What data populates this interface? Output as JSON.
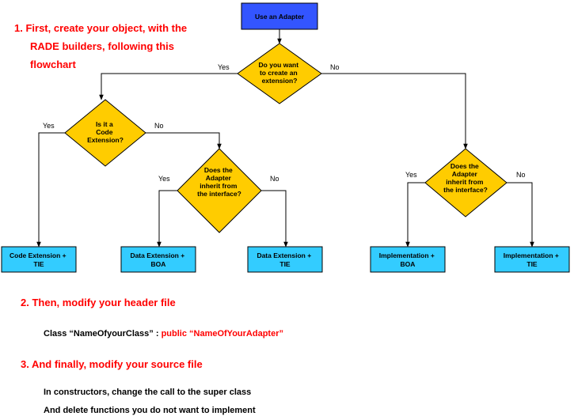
{
  "steps": {
    "step1": [
      "1.  First, create your object, with the",
      "RADE builders, following this",
      "flowchart"
    ],
    "step2": "2. Then, modify your header file",
    "step3": "3. And finally, modify your source file"
  },
  "code": {
    "prefix": "Class “NameOfyourClass” : ",
    "suffix": "public “NameOfYourAdapter”"
  },
  "notes": {
    "line1": "In constructors, change the call to the super class",
    "line2": "And delete functions you do not want to implement"
  },
  "flowchart": {
    "start": "Use an Adapter",
    "q_extension": [
      "Do you want",
      "to create an",
      "extension?"
    ],
    "q_code": [
      "Is it a",
      "Code",
      "Extension?"
    ],
    "q_inherit_left": [
      "Does the",
      "Adapter",
      "inherit from",
      "the interface?"
    ],
    "q_inherit_right": [
      "Does the",
      "Adapter",
      "inherit from",
      "the interface?"
    ],
    "yes": "Yes",
    "no": "No",
    "results": {
      "code_tie": [
        "Code Extension +",
        "TIE"
      ],
      "data_boa": [
        "Data Extension +",
        "BOA"
      ],
      "data_tie": [
        "Data Extension +",
        "TIE"
      ],
      "impl_boa": [
        "Implementation +",
        "BOA"
      ],
      "impl_tie": [
        "Implementation +",
        "TIE"
      ]
    }
  },
  "colors": {
    "start_box": "#3355ff",
    "diamond": "#ffcc00",
    "result_box": "#33ccff",
    "heading": "#ff0000"
  }
}
